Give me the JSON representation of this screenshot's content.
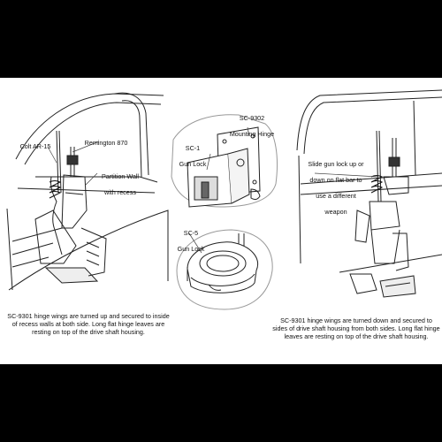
{
  "labels": {
    "colt": "Colt AR-15",
    "remington": "Remington 870",
    "partition_line1": "Partition Wall",
    "partition_line2": "with recess",
    "sc9302_line1": "SC-9302",
    "sc9302_line2": "Mounting Hinge",
    "sc1_line1": "SC-1",
    "sc1_line2": "Gun Lock",
    "sc5_line1": "SC-5",
    "sc5_line2": "Gun Lock",
    "slide_line1": "Slide gun lock up or",
    "slide_line2": "down on flat bar to",
    "slide_line3": "use a different",
    "slide_line4": "weapon"
  },
  "captions": {
    "left": "SC-9301 hinge wings are turned up and secured to inside of recess walls at both side. Long flat hinge leaves are resting on top of the drive shaft  housing.",
    "right": "SC-9301 hinge wings are turned down and secured to sides of drive shaft housing from both sides. Long flat hinge leaves are resting on top of the drive shaft housing."
  }
}
